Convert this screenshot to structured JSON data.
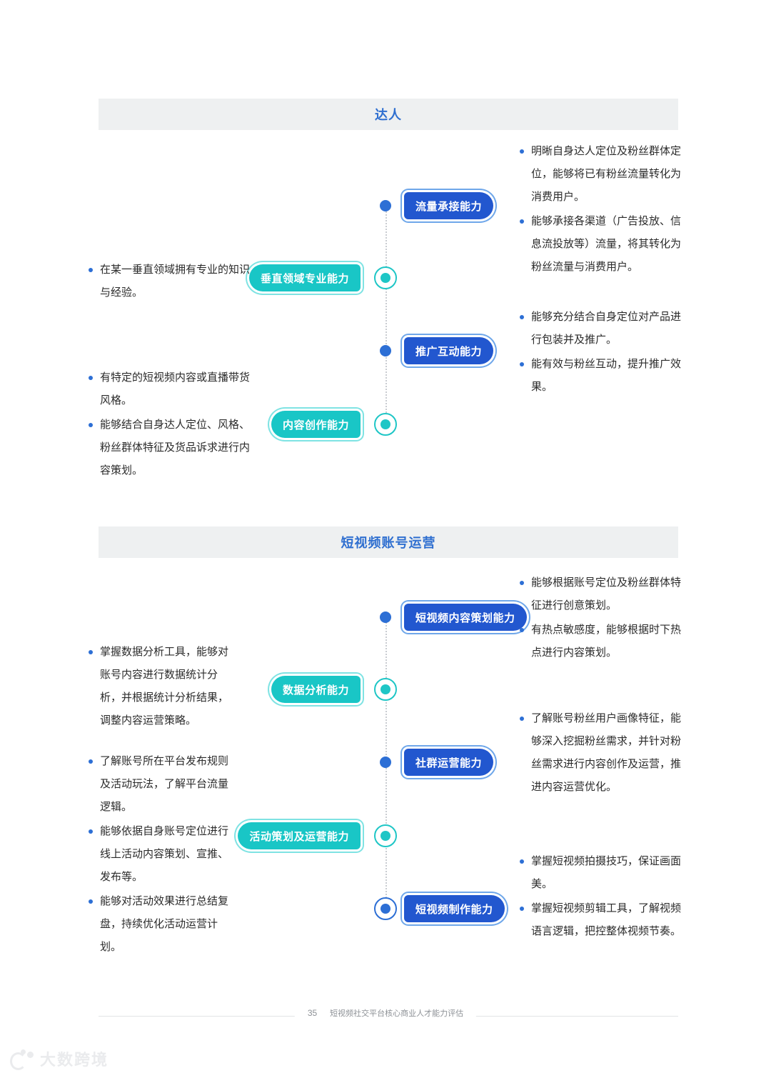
{
  "sections": [
    {
      "id": "talent",
      "title": "达人",
      "nodes": [
        {
          "label": "流量承接能力",
          "style": "blue",
          "marker": "dot"
        },
        {
          "label": "垂直领域专业能力",
          "style": "teal",
          "marker": "ring"
        },
        {
          "label": "推广互动能力",
          "style": "blue",
          "marker": "dot"
        },
        {
          "label": "内容创作能力",
          "style": "teal",
          "marker": "ring"
        }
      ],
      "left_groups": [
        {
          "items": [
            "在某一垂直领域拥有专业的知识与经验。"
          ]
        },
        {
          "items": [
            "有特定的短视频内容或直播带货风格。",
            "能够结合自身达人定位、风格、粉丝群体特征及货品诉求进行内容策划。"
          ]
        }
      ],
      "right_groups": [
        {
          "items": [
            "明晰自身达人定位及粉丝群体定位，能够将已有粉丝流量转化为消费用户。",
            "能够承接各渠道（广告投放、信息流投放等）流量，将其转化为粉丝流量与消费用户。"
          ]
        },
        {
          "items": [
            "能够充分结合自身定位对产品进行包装并及推广。",
            "能有效与粉丝互动，提升推广效果。"
          ]
        }
      ]
    },
    {
      "id": "short-video-account-ops",
      "title": "短视频账号运营",
      "nodes": [
        {
          "label": "短视频内容策划能力",
          "style": "blue",
          "marker": "dot"
        },
        {
          "label": "数据分析能力",
          "style": "teal",
          "marker": "ring"
        },
        {
          "label": "社群运营能力",
          "style": "blue",
          "marker": "dot"
        },
        {
          "label": "活动策划及运营能力",
          "style": "teal",
          "marker": "ring"
        },
        {
          "label": "短视频制作能力",
          "style": "blue",
          "marker": "ring-blue"
        }
      ],
      "left_groups": [
        {
          "items": [
            "掌握数据分析工具，能够对账号内容进行数据统计分析，并根据统计分析结果，调整内容运营策略。"
          ]
        },
        {
          "items": [
            "了解账号所在平台发布规则及活动玩法，了解平台流量逻辑。",
            "能够依据自身账号定位进行线上活动内容策划、宣推、发布等。",
            "能够对活动效果进行总结复盘，持续优化活动运营计划。"
          ]
        }
      ],
      "right_groups": [
        {
          "items": [
            "能够根据账号定位及粉丝群体特征进行创意策划。",
            "有热点敏感度，能够根据时下热点进行内容策划。"
          ]
        },
        {
          "items": [
            "了解账号粉丝用户画像特征，能够深入挖掘粉丝需求，并针对粉丝需求进行内容创作及运营，推进内容运营优化。"
          ]
        },
        {
          "items": [
            "掌握短视频拍摄技巧，保证画面美。",
            "掌握短视频剪辑工具，了解视频语言逻辑，把控整体视频节奏。"
          ]
        }
      ]
    }
  ],
  "footer": {
    "page_number": "35",
    "caption": "短视频社交平台核心商业人才能力评估"
  },
  "watermark": {
    "text": "大数跨境"
  },
  "colors": {
    "accent_blue": "#2257cf",
    "accent_teal": "#19c6c6",
    "title_blue": "#2f6fd0",
    "bar_bg": "#eef0f1"
  }
}
